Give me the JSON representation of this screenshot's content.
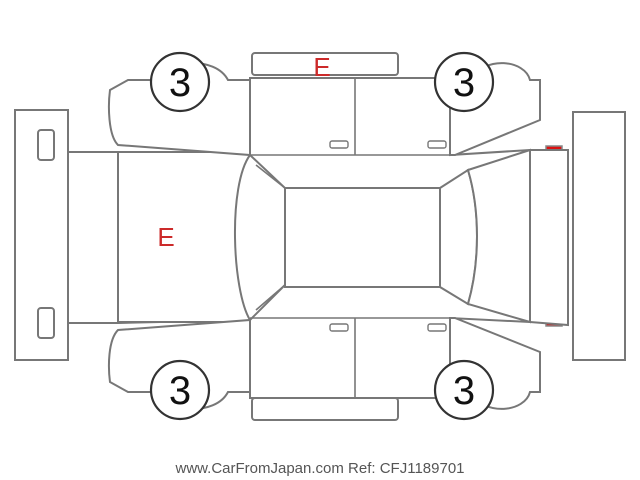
{
  "tires": {
    "front_left": "3",
    "front_right": "3",
    "rear_left": "3",
    "rear_right": "3"
  },
  "damage_codes": {
    "roof_top": "E",
    "hood": "E"
  },
  "colors": {
    "outline": "#777777",
    "damage_code": "#cc2a2a",
    "front_lamp": "#f4ee00",
    "rear_lamp": "#dd1111"
  },
  "footer": {
    "watermark": "www.CarFromJapan.com Ref: CFJ1189701"
  }
}
